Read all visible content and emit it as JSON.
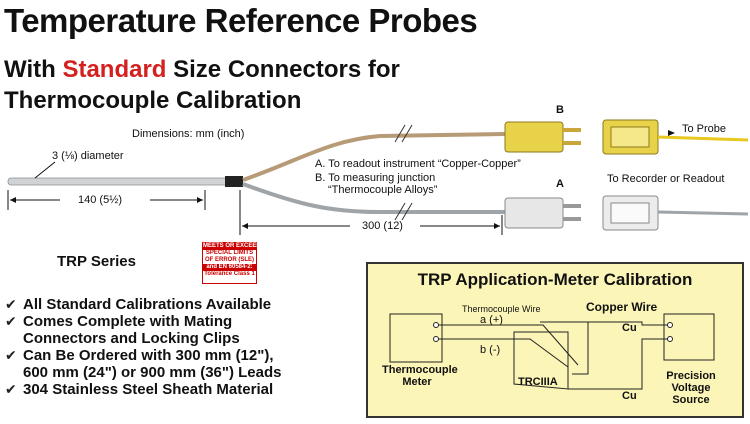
{
  "header": {
    "title": "Temperature Reference Probes",
    "subtitle_prefix": "With ",
    "subtitle_highlight": "Standard",
    "subtitle_suffix": " Size Connectors for",
    "subtitle_line2": "Thermocouple Calibration"
  },
  "probe_diagram": {
    "dimensions_note": "Dimensions: mm (inch)",
    "diameter_label": "3 (⅛) diameter",
    "sheath_length": "140 (5½)",
    "lead_length": "300 (12)",
    "note_a": "A. To readout instrument “Copper-Copper”",
    "note_b_line1": "B. To measuring junction",
    "note_b_line2": "“Thermocouple Alloys”",
    "connector_b": "B",
    "connector_a": "A",
    "to_probe": "To Probe",
    "to_recorder": "To Recorder or Readout"
  },
  "series": "TRP Series",
  "badge": {
    "line1": "MEETS OR EXCEEDS",
    "line2": "SPECIAL LIMITS",
    "line3": "OF ERROR (SLE)",
    "line4": "and EN 60584-2:",
    "line5": "Tolerance Class 1"
  },
  "features": [
    "All Standard Calibrations Available",
    "Comes Complete with Mating",
    "Connectors and Locking Clips",
    "Can Be Ordered with 300 mm (12\"),",
    "600 mm (24\") or 900 mm (36\") Leads",
    "304 Stainless Steel Sheath Material"
  ],
  "calibration": {
    "title": "TRP Application-Meter Calibration",
    "thermocouple_wire": "Thermocouple Wire",
    "copper_wire": "Copper Wire",
    "a_plus": "a (+)",
    "b_minus": "b (-)",
    "cu_top": "Cu",
    "cu_bottom": "Cu",
    "meter_line1": "Thermocouple",
    "meter_line2": "Meter",
    "device": "TRCIIIA",
    "source_line1": "Precision",
    "source_line2": "Voltage",
    "source_line3": "Source"
  }
}
